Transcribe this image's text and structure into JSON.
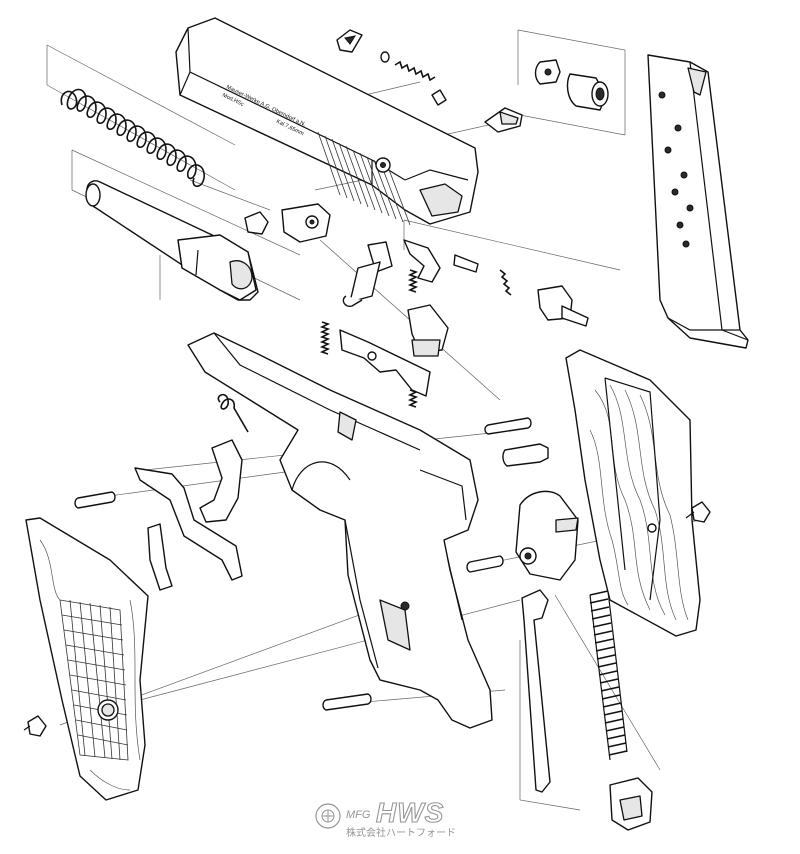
{
  "slide_markings": {
    "maker": "Mauser-Werke A.G. Oberndorf a.N.",
    "model": "Mod.HSc",
    "caliber": "Kal.7,65mm"
  },
  "watermark": {
    "prefix": "MFG",
    "brand": "HWS",
    "company": "株式会社ハートフォード"
  },
  "colors": {
    "ink": "#111111",
    "fill": "#ffffff",
    "watermark": "#8a8a8a"
  }
}
